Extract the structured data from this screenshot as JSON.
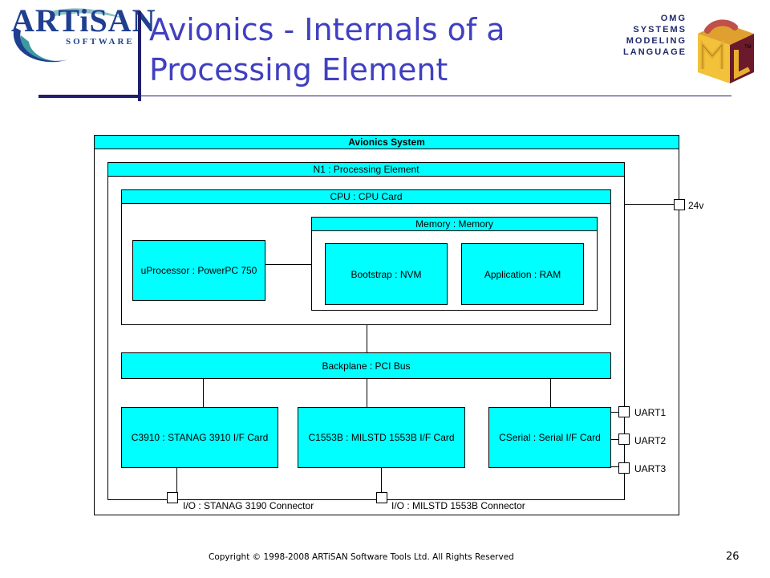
{
  "header": {
    "title_line1": "Avionics - Internals of a",
    "title_line2": "Processing Element",
    "left_logo": {
      "brand": "ARTiSAN",
      "sub": "SOFTWARE"
    },
    "right_logo": {
      "lines": [
        "OMG",
        "SYSTEMS",
        "MODELING",
        "LANGUAGE"
      ],
      "mark": "SysML",
      "tm": "TM"
    }
  },
  "diagram": {
    "system": "Avionics System",
    "node": "N1 : Processing Element",
    "cpu": "CPU : CPU Card",
    "memory": "Memory : Memory",
    "bootstrap": "Bootstrap : NVM",
    "application": "Application : RAM",
    "processor": "uProcessor : PowerPC 750",
    "backplane": "Backplane : PCI Bus",
    "c3910": "C3910 : STANAG 3910 I/F Card",
    "c1553b": "C1553B : MILSTD 1553B I/F Card",
    "cserial": "CSerial : Serial I/F Card",
    "ports": {
      "v24": "24v",
      "uart1": "UART1",
      "uart2": "UART2",
      "uart3": "UART3",
      "io_stanag": "I/O : STANAG 3190 Connector",
      "io_milstd": "I/O : MILSTD 1553B Connector"
    }
  },
  "footer": {
    "copyright": "Copyright © 1998-2008 ARTiSAN Software Tools Ltd.  All Rights Reserved",
    "page_number": "26"
  },
  "colors": {
    "block_fill": "#00ffff",
    "title": "#4040c0",
    "rule": "#1f1f6e"
  }
}
